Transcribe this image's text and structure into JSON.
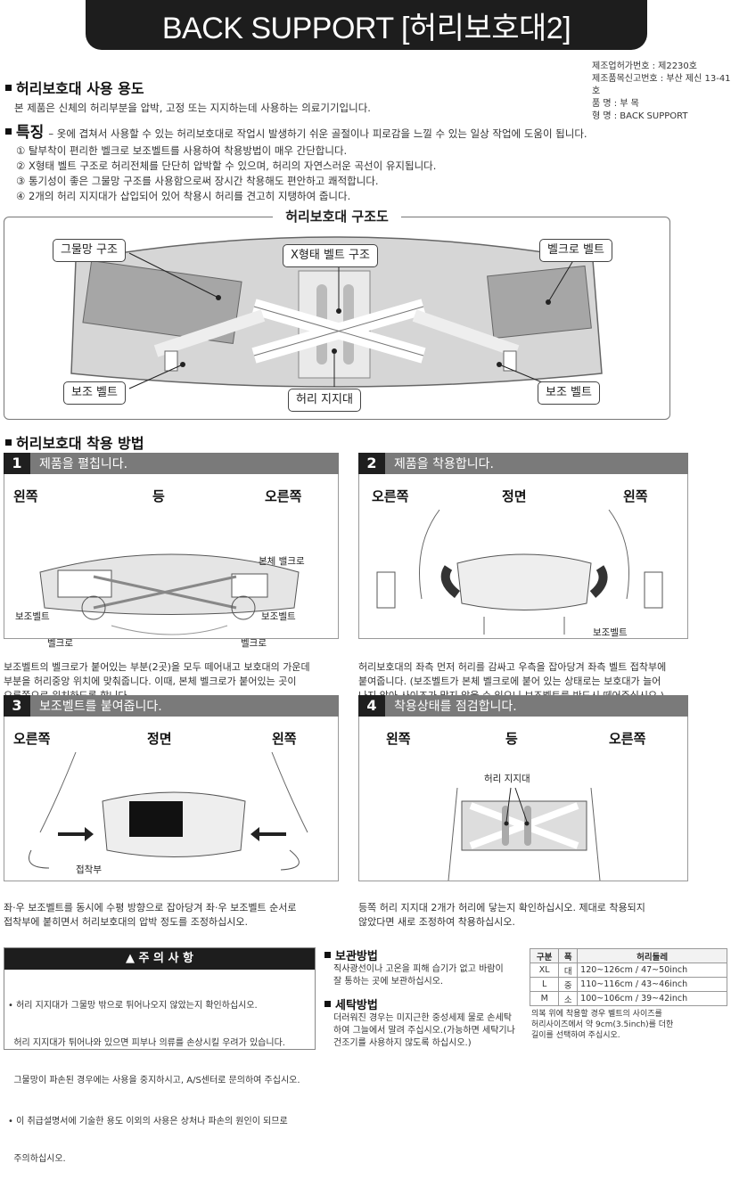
{
  "title": "BACK SUPPORT [허리보호대2]",
  "meta": [
    "제조업허가번호 : 제2230호",
    "제조품목신고번호 : 부산 제신 13-41호",
    "품 명 : 부 목",
    "형 명 : BACK SUPPORT"
  ],
  "usage": {
    "heading": "허리보호대 사용 용도",
    "text": "본 제품은 신체의 허리부분을 압박, 고정 또는 지지하는데 사용하는 의료기기입니다."
  },
  "features": {
    "heading": "특징",
    "intro": "– 옷에 겹쳐서 사용할 수 있는 허리보호대로 작업시 발생하기 쉬운 골절이나 피로감을 느낄 수 있는 일상 작업에 도움이 됩니다.",
    "items": [
      "① 탈부착이 편리한 벨크로 보조벨트를 사용하여 착용방법이 매우 간단합니다.",
      "② X형태 벨트 구조로 허리전체를 단단히 압박할 수 있으며, 허리의 자연스러운 곡선이 유지됩니다.",
      "③ 통기성이 좋은 그물망 구조를 사용함으로써 장시간 착용해도 편안하고 쾌적합니다.",
      "④ 2개의 허리 지지대가 삽입되어 있어 착용시 허리를 견고히 지탱하여 줍니다."
    ]
  },
  "diagram": {
    "title": "허리보호대 구조도",
    "mesh": "그물망 구조",
    "xbelt": "X형태 벨트 구조",
    "velcro": "벨크로 벨트",
    "aux_left": "보조 벨트",
    "aux_right": "보조 벨트",
    "stay": "허리 지지대"
  },
  "howto_heading": "허리보호대 착용 방법",
  "steps": [
    {
      "num": "1",
      "title": "제품을 펼칩니다.",
      "pos": [
        "왼쪽",
        "등",
        "오른쪽"
      ],
      "labels": {
        "body_velcro": "본체 밸크로",
        "aux_l": "보조벨트",
        "aux_r": "보조벨트",
        "vel_l": "벨크로",
        "vel_r": "벨크로"
      },
      "desc": [
        "보조벨트의 벨크로가 붙어있는 부분(2곳)을 모두 떼어내고 보호대의 가운데",
        "부분을 허리중앙 위치에 맞춰줍니다. 이때, 본체 벨크로가 붙어있는 곳이",
        "오른쪽으로 위치하도록 합니다."
      ]
    },
    {
      "num": "2",
      "title": "제품을 착용합니다.",
      "pos": [
        "오른쪽",
        "정면",
        "왼쪽"
      ],
      "labels": {
        "aux": "보조벨트"
      },
      "desc": [
        "허리보호대의 좌측 먼저 허리를 감싸고 우측을 잡아당겨 좌측 벨트 접착부에",
        "붙여줍니다. (보조벨트가 본체 벨크로에 붙어 있는 상태로는 보호대가 늘어",
        "나지 않아 사이즈가 맞지 않을 수 있으니 보조벨트를 반드시 떼어주십시오.)"
      ]
    },
    {
      "num": "3",
      "title": "보조벨트를 붙여줍니다.",
      "pos": [
        "오른쪽",
        "정면",
        "왼쪽"
      ],
      "labels": {
        "attach": "접착부"
      },
      "desc": [
        "좌·우 보조벨트를 동시에 수평 방향으로 잡아당겨 좌·우 보조벨트 순서로",
        "접착부에 붙히면서 허리보호대의 압박 정도를 조정하십시오."
      ]
    },
    {
      "num": "4",
      "title": "착용상태를 점검합니다.",
      "pos": [
        "왼쪽",
        "등",
        "오른쪽"
      ],
      "labels": {
        "stay": "허리 지지대"
      },
      "desc": [
        "등쪽 허리 지지대 2개가 허리에 닿는지 확인하십시오. 제대로 착용되지",
        "않았다면 새로 조정하여 착용하십시오."
      ]
    }
  ],
  "caution": {
    "title": "주 의 사 항",
    "items": [
      "• 허리 지지대가 그물망 밖으로 튀어나오지 않았는지 확인하십시오.",
      "  허리 지지대가 튀어나와 있으면 피부나 의류를 손상시킬 우려가 있습니다.",
      "  그물망이 파손된 경우에는 사용을 중지하시고, A/S센터로 문의하여 주십시오.",
      "• 이 취급설명서에 기술한 용도 이외의 사용은 상처나 파손의 원인이 되므로",
      "  주의하십시오."
    ]
  },
  "storage": {
    "heading": "보관방법",
    "lines": [
      "직사광선이나 고온을 피해 습기가 없고 바람이",
      "잘 통하는 곳에 보관하십시오."
    ]
  },
  "washing": {
    "heading": "세탁방법",
    "lines": [
      "더러워진 경우는 미지근한 중성세제 물로 손세탁",
      "하여 그늘에서 말려 주십시오.(가능하면 세탁기나",
      "건조기를 사용하지 않도록 하십시오.)"
    ]
  },
  "sizes": {
    "headers": [
      "구분",
      "폭",
      "허리둘레"
    ],
    "rows": [
      [
        "XL",
        "대",
        "120~126cm / 47~50inch"
      ],
      [
        "L",
        "중",
        "110~116cm / 43~46inch"
      ],
      [
        "M",
        "소",
        "100~106cm / 39~42inch"
      ]
    ],
    "note": [
      "의복 위에 착용할 경우 벨트의 사이즈를",
      "허리사이즈에서 약 9cm(3.5inch)를 더한",
      "길이를 선택하여 주십시오."
    ]
  },
  "colors": {
    "dark": "#1d1d1d",
    "step_gray": "#7a7a7a",
    "mesh": "#cfcfcf"
  }
}
